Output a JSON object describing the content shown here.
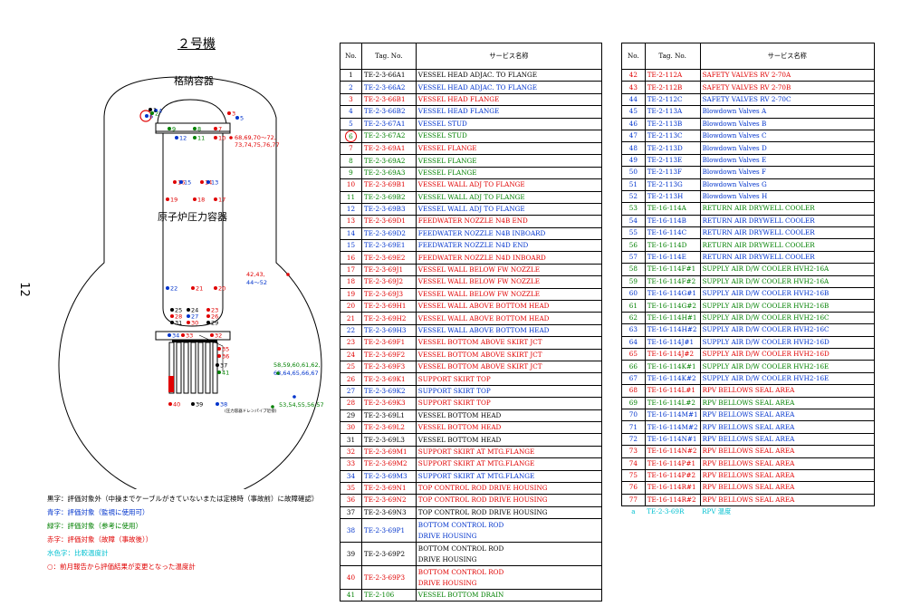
{
  "title": "２号機",
  "page_number": "12",
  "diagram": {
    "containment_label": "格納容器",
    "rpv_label": "原子炉圧力容器",
    "drain_note": "(圧力容器ドレンパイプ近傍)",
    "points": [
      {
        "label": "6",
        "color": "#0033cc"
      },
      {
        "label": "4",
        "color": "#0033cc"
      },
      {
        "label": "3",
        "color": "#e00000"
      },
      {
        "label": "5",
        "color": "#0033cc"
      },
      {
        "label": "2",
        "color": "#008000"
      },
      {
        "label": "1",
        "color": "#000000"
      },
      {
        "label": "9",
        "color": "#008000"
      },
      {
        "label": "8",
        "color": "#008000"
      },
      {
        "label": "7",
        "color": "#e00000"
      },
      {
        "label": "12",
        "color": "#0033cc"
      },
      {
        "label": "11",
        "color": "#008000"
      },
      {
        "label": "10",
        "color": "#e00000"
      },
      {
        "label": "16",
        "color": "#e00000"
      },
      {
        "label": "15",
        "color": "#0033cc"
      },
      {
        "label": "14",
        "color": "#e00000"
      },
      {
        "label": "13",
        "color": "#0033cc"
      },
      {
        "label": "19",
        "color": "#e00000"
      },
      {
        "label": "18",
        "color": "#e00000"
      },
      {
        "label": "17",
        "color": "#e00000"
      },
      {
        "label": "22",
        "color": "#0033cc"
      },
      {
        "label": "21",
        "color": "#e00000"
      },
      {
        "label": "20",
        "color": "#e00000"
      },
      {
        "label": "25",
        "color": "#000000"
      },
      {
        "label": "24",
        "color": "#000000"
      },
      {
        "label": "23",
        "color": "#e00000"
      },
      {
        "label": "28",
        "color": "#e00000"
      },
      {
        "label": "27",
        "color": "#0033cc"
      },
      {
        "label": "26",
        "color": "#e00000"
      },
      {
        "label": "31",
        "color": "#000000"
      },
      {
        "label": "30",
        "color": "#e00000"
      },
      {
        "label": "29",
        "color": "#000000"
      },
      {
        "label": "34",
        "color": "#0033cc"
      },
      {
        "label": "33",
        "color": "#e00000"
      },
      {
        "label": "32",
        "color": "#e00000"
      },
      {
        "label": "35",
        "color": "#e00000"
      },
      {
        "label": "36",
        "color": "#e00000"
      },
      {
        "label": "37",
        "color": "#000000"
      },
      {
        "label": "41",
        "color": "#008000"
      },
      {
        "label": "40",
        "color": "#e00000"
      },
      {
        "label": "39",
        "color": "#000000"
      },
      {
        "label": "38",
        "color": "#0033cc"
      }
    ],
    "group_labels": [
      {
        "text": "68,69,70～72,",
        "color": "#e00000"
      },
      {
        "text": "73,74,75,76,77",
        "color": "#e00000"
      },
      {
        "text": "42,43,",
        "color": "#e00000"
      },
      {
        "text": "44～52",
        "color": "#0033cc"
      },
      {
        "text": "58,59,60,61,62,",
        "color": "#008000"
      },
      {
        "text": "63,64,65,66,67",
        "color": "#0033cc"
      },
      {
        "text": "53,54,55,56,57",
        "color": "#008000"
      }
    ]
  },
  "legend": [
    {
      "text": "黒字：評価対象外（中操までケーブルがきていないまたは定検時（事故前）に故障確認）",
      "color": "#000000"
    },
    {
      "text": "青字：評価対象（監視に使用可）",
      "color": "#0033cc"
    },
    {
      "text": "緑字：評価対象（参考に使用）",
      "color": "#008000"
    },
    {
      "text": "赤字：評価対象（故障（事故後））",
      "color": "#e00000"
    },
    {
      "text": "水色字：比較温度計",
      "color": "#00c0d0"
    },
    {
      "text": "○：前月報告から評価結果が変更となった温度計",
      "color": "#e00000"
    }
  ],
  "table_headers": {
    "no": "No.",
    "tag": "Tag. No.",
    "service": "サービス名称"
  },
  "table1": [
    {
      "no": "1",
      "tag": "TE-2-3-66A1",
      "service": "VESSEL HEAD ADJAC. TO FLANGE",
      "color": "#000000"
    },
    {
      "no": "2",
      "tag": "TE-2-3-66A2",
      "service": "VESSEL HEAD ADJAC. TO FLANGE",
      "color": "#0033cc"
    },
    {
      "no": "3",
      "tag": "TE-2-3-66B1",
      "service": "VESSEL HEAD FLANGE",
      "color": "#e00000"
    },
    {
      "no": "4",
      "tag": "TE-2-3-66B2",
      "service": "VESSEL HEAD FLANGE",
      "color": "#0033cc"
    },
    {
      "no": "5",
      "tag": "TE-2-3-67A1",
      "service": "VESSEL STUD",
      "color": "#0033cc"
    },
    {
      "no": "6",
      "tag": "TE-2-3-67A2",
      "service": "VESSEL STUD",
      "color": "#008000",
      "circled": true
    },
    {
      "no": "7",
      "tag": "TE-2-3-69A1",
      "service": "VESSEL FLANGE",
      "color": "#e00000"
    },
    {
      "no": "8",
      "tag": "TE-2-3-69A2",
      "service": "VESSEL FLANGE",
      "color": "#008000"
    },
    {
      "no": "9",
      "tag": "TE-2-3-69A3",
      "service": "VESSEL FLANGE",
      "color": "#008000"
    },
    {
      "no": "10",
      "tag": "TE-2-3-69B1",
      "service": "VESSEL WALL ADJ TO FLANGE",
      "color": "#e00000"
    },
    {
      "no": "11",
      "tag": "TE-2-3-69B2",
      "service": "VESSEL WALL ADJ TO FLANGE",
      "color": "#008000"
    },
    {
      "no": "12",
      "tag": "TE-2-3-69B3",
      "service": "VESSEL WALL ADJ TO FLANGE",
      "color": "#0033cc"
    },
    {
      "no": "13",
      "tag": "TE-2-3-69D1",
      "service": "FEEDWATER NOZZLE N4B END",
      "color": "#e00000"
    },
    {
      "no": "14",
      "tag": "TE-2-3-69D2",
      "service": "FEEDWATER NOZZLE N4B INBOARD",
      "color": "#0033cc"
    },
    {
      "no": "15",
      "tag": "TE-2-3-69E1",
      "service": "FEEDWATER NOZZLE N4D END",
      "color": "#0033cc"
    },
    {
      "no": "16",
      "tag": "TE-2-3-69E2",
      "service": "FEEDWATER NOZZLE N4D INBOARD",
      "color": "#e00000"
    },
    {
      "no": "17",
      "tag": "TE-2-3-69J1",
      "service": "VESSEL WALL BELOW FW NOZZLE",
      "color": "#e00000"
    },
    {
      "no": "18",
      "tag": "TE-2-3-69J2",
      "service": "VESSEL WALL BELOW FW NOZZLE",
      "color": "#e00000"
    },
    {
      "no": "19",
      "tag": "TE-2-3-69J3",
      "service": "VESSEL WALL BELOW FW NOZZLE",
      "color": "#e00000"
    },
    {
      "no": "20",
      "tag": "TE-2-3-69H1",
      "service": "VESSEL WALL ABOVE BOTTOM HEAD",
      "color": "#e00000"
    },
    {
      "no": "21",
      "tag": "TE-2-3-69H2",
      "service": "VESSEL WALL ABOVE BOTTOM HEAD",
      "color": "#e00000"
    },
    {
      "no": "22",
      "tag": "TE-2-3-69H3",
      "service": "VESSEL WALL ABOVE BOTTOM HEAD",
      "color": "#0033cc"
    },
    {
      "no": "23",
      "tag": "TE-2-3-69F1",
      "service": "VESSEL BOTTOM ABOVE SKIRT JCT",
      "color": "#e00000"
    },
    {
      "no": "24",
      "tag": "TE-2-3-69F2",
      "service": "VESSEL BOTTOM ABOVE SKIRT JCT",
      "color": "#e00000"
    },
    {
      "no": "25",
      "tag": "TE-2-3-69F3",
      "service": "VESSEL BOTTOM ABOVE SKIRT JCT",
      "color": "#e00000"
    },
    {
      "no": "26",
      "tag": "TE-2-3-69K1",
      "service": "SUPPORT SKIRT TOP",
      "color": "#e00000"
    },
    {
      "no": "27",
      "tag": "TE-2-3-69K2",
      "service": "SUPPORT SKIRT TOP",
      "color": "#0033cc"
    },
    {
      "no": "28",
      "tag": "TE-2-3-69K3",
      "service": "SUPPORT SKIRT TOP",
      "color": "#e00000"
    },
    {
      "no": "29",
      "tag": "TE-2-3-69L1",
      "service": "VESSEL BOTTOM HEAD",
      "color": "#000000"
    },
    {
      "no": "30",
      "tag": "TE-2-3-69L2",
      "service": "VESSEL BOTTOM HEAD",
      "color": "#e00000"
    },
    {
      "no": "31",
      "tag": "TE-2-3-69L3",
      "service": "VESSEL BOTTOM HEAD",
      "color": "#000000"
    },
    {
      "no": "32",
      "tag": "TE-2-3-69M1",
      "service": "SUPPORT SKIRT AT MTG.FLANGE",
      "color": "#e00000"
    },
    {
      "no": "33",
      "tag": "TE-2-3-69M2",
      "service": "SUPPORT SKIRT AT MTG.FLANGE",
      "color": "#e00000"
    },
    {
      "no": "34",
      "tag": "TE-2-3-69M3",
      "service": "SUPPORT SKIRT AT MTG.FLANGE",
      "color": "#0033cc"
    },
    {
      "no": "35",
      "tag": "TE-2-3-69N1",
      "service": "TOP CONTROL ROD DRIVE HOUSING",
      "color": "#e00000"
    },
    {
      "no": "36",
      "tag": "TE-2-3-69N2",
      "service": "TOP CONTROL ROD DRIVE HOUSING",
      "color": "#e00000"
    },
    {
      "no": "37",
      "tag": "TE-2-3-69N3",
      "service": "TOP CONTROL ROD DRIVE HOUSING",
      "color": "#000000"
    },
    {
      "no": "38",
      "tag": "TE-2-3-69P1",
      "service": "BOTTOM CONTROL ROD",
      "service2": "DRIVE HOUSING",
      "color": "#0033cc"
    },
    {
      "no": "39",
      "tag": "TE-2-3-69P2",
      "service": "BOTTOM CONTROL ROD",
      "service2": "DRIVE HOUSING",
      "color": "#000000"
    },
    {
      "no": "40",
      "tag": "TE-2-3-69P3",
      "service": "BOTTOM CONTROL ROD",
      "service2": "DRIVE HOUSING",
      "color": "#e00000"
    },
    {
      "no": "41",
      "tag": "TE-2-106",
      "service": "VESSEL BOTTOM DRAIN",
      "color": "#008000"
    }
  ],
  "table2": [
    {
      "no": "42",
      "tag": "TE-2-112A",
      "service": "SAFETY VALVES RV 2-70A",
      "color": "#e00000"
    },
    {
      "no": "43",
      "tag": "TE-2-112B",
      "service": "SAFETY VALVES RV 2-70B",
      "color": "#e00000"
    },
    {
      "no": "44",
      "tag": "TE-2-112C",
      "service": "SAFETY VALVES RV 2-70C",
      "color": "#0033cc"
    },
    {
      "no": "45",
      "tag": "TE-2-113A",
      "service": "Blowdown Valves A",
      "color": "#0033cc"
    },
    {
      "no": "46",
      "tag": "TE-2-113B",
      "service": "Blowdown Valves B",
      "color": "#0033cc"
    },
    {
      "no": "47",
      "tag": "TE-2-113C",
      "service": "Blowdown Valves C",
      "color": "#0033cc"
    },
    {
      "no": "48",
      "tag": "TE-2-113D",
      "service": "Blowdown Valves D",
      "color": "#0033cc"
    },
    {
      "no": "49",
      "tag": "TE-2-113E",
      "service": "Blowdown Valves E",
      "color": "#0033cc"
    },
    {
      "no": "50",
      "tag": "TE-2-113F",
      "service": "Blowdown Valves F",
      "color": "#0033cc"
    },
    {
      "no": "51",
      "tag": "TE-2-113G",
      "service": "Blowdown Valves G",
      "color": "#0033cc"
    },
    {
      "no": "52",
      "tag": "TE-2-113H",
      "service": "Blowdown Valves H",
      "color": "#0033cc"
    },
    {
      "no": "53",
      "tag": "TE-16-114A",
      "service": "RETURN AIR DRYWELL COOLER",
      "color": "#008000"
    },
    {
      "no": "54",
      "tag": "TE-16-114B",
      "service": "RETURN AIR DRYWELL COOLER",
      "color": "#0033cc"
    },
    {
      "no": "55",
      "tag": "TE-16-114C",
      "service": "RETURN AIR DRYWELL COOLER",
      "color": "#0033cc"
    },
    {
      "no": "56",
      "tag": "TE-16-114D",
      "service": "RETURN AIR DRYWELL COOLER",
      "color": "#008000"
    },
    {
      "no": "57",
      "tag": "TE-16-114E",
      "service": "RETURN AIR DRYWELL COOLER",
      "color": "#0033cc"
    },
    {
      "no": "58",
      "tag": "TE-16-114F#1",
      "service": "SUPPLY AIR D/W COOLER HVH2-16A",
      "color": "#008000"
    },
    {
      "no": "59",
      "tag": "TE-16-114F#2",
      "service": "SUPPLY AIR D/W COOLER HVH2-16A",
      "color": "#008000"
    },
    {
      "no": "60",
      "tag": "TE-16-114G#1",
      "service": "SUPPLY AIR D/W COOLER HVH2-16B",
      "color": "#0033cc"
    },
    {
      "no": "61",
      "tag": "TE-16-114G#2",
      "service": "SUPPLY AIR D/W COOLER HVH2-16B",
      "color": "#008000"
    },
    {
      "no": "62",
      "tag": "TE-16-114H#1",
      "service": "SUPPLY AIR D/W COOLER HVH2-16C",
      "color": "#008000"
    },
    {
      "no": "63",
      "tag": "TE-16-114H#2",
      "service": "SUPPLY AIR D/W COOLER HVH2-16C",
      "color": "#0033cc"
    },
    {
      "no": "64",
      "tag": "TE-16-114J#1",
      "service": "SUPPLY AIR D/W COOLER HVH2-16D",
      "color": "#0033cc"
    },
    {
      "no": "65",
      "tag": "TE-16-114J#2",
      "service": "SUPPLY AIR D/W COOLER HVH2-16D",
      "color": "#e00000"
    },
    {
      "no": "66",
      "tag": "TE-16-114K#1",
      "service": "SUPPLY AIR D/W COOLER HVH2-16E",
      "color": "#008000"
    },
    {
      "no": "67",
      "tag": "TE-16-114K#2",
      "service": "SUPPLY AIR D/W COOLER HVH2-16E",
      "color": "#0033cc"
    },
    {
      "no": "68",
      "tag": "TE-16-114L#1",
      "service": "RPV BELLOWS SEAL AREA",
      "color": "#e00000"
    },
    {
      "no": "69",
      "tag": "TE-16-114L#2",
      "service": "RPV BELLOWS SEAL AREA",
      "color": "#008000"
    },
    {
      "no": "70",
      "tag": "TE-16-114M#1",
      "service": "RPV BELLOWS SEAL AREA",
      "color": "#0033cc"
    },
    {
      "no": "71",
      "tag": "TE-16-114M#2",
      "service": "RPV BELLOWS SEAL AREA",
      "color": "#0033cc"
    },
    {
      "no": "72",
      "tag": "TE-16-114N#1",
      "service": "RPV BELLOWS SEAL AREA",
      "color": "#0033cc"
    },
    {
      "no": "73",
      "tag": "TE-16-114N#2",
      "service": "RPV BELLOWS SEAL AREA",
      "color": "#e00000"
    },
    {
      "no": "74",
      "tag": "TE-16-114P#1",
      "service": "RPV BELLOWS SEAL AREA",
      "color": "#e00000"
    },
    {
      "no": "75",
      "tag": "TE-16-114P#2",
      "service": "RPV BELLOWS SEAL AREA",
      "color": "#e00000"
    },
    {
      "no": "76",
      "tag": "TE-16-114R#1",
      "service": "RPV BELLOWS SEAL AREA",
      "color": "#e00000"
    },
    {
      "no": "77",
      "tag": "TE-16-114R#2",
      "service": "RPV BELLOWS SEAL AREA",
      "color": "#e00000"
    }
  ],
  "table2_extra": {
    "no": "a",
    "tag": "TE-2-3-69R",
    "service": "RPV 温度",
    "color": "#00c0d0"
  }
}
